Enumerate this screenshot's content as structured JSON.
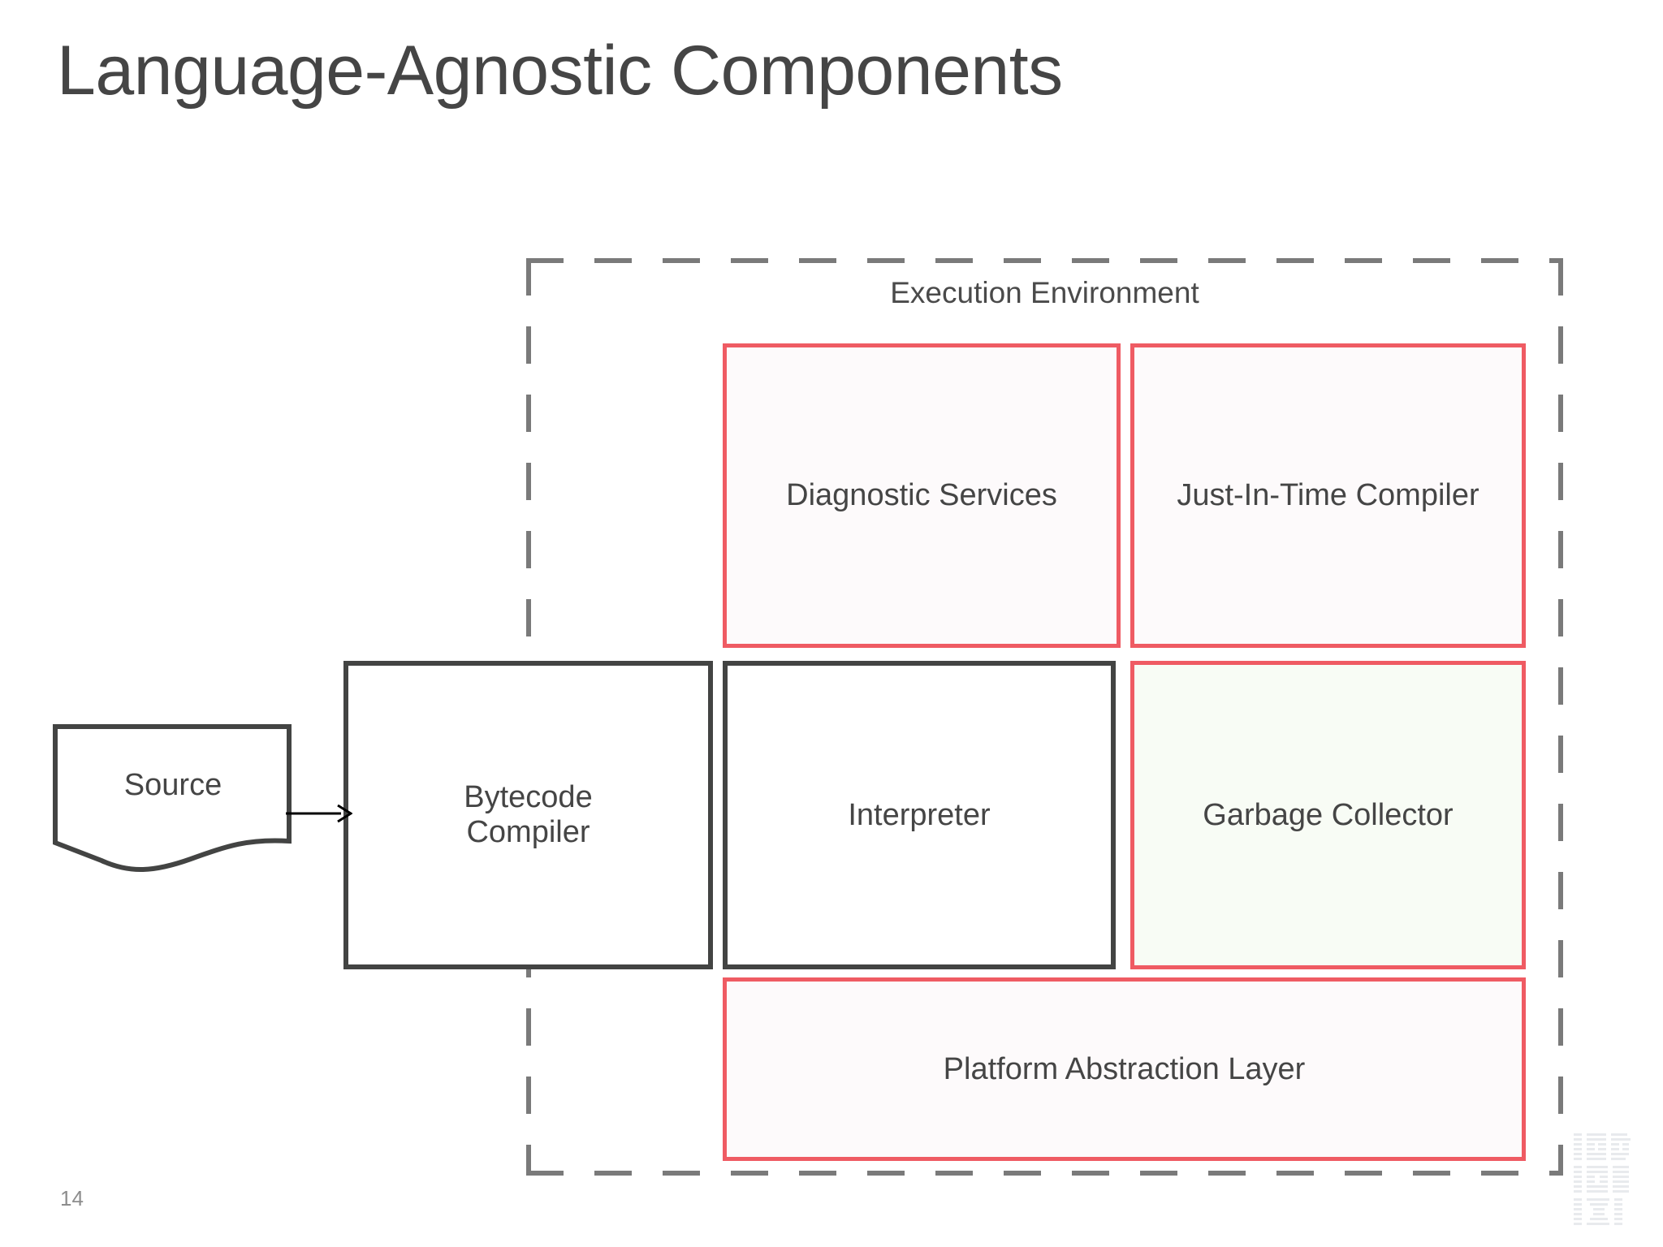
{
  "slide": {
    "title": "Language-Agnostic Components",
    "page_number": "14",
    "watermark_name": "ibm-logo-watermark"
  },
  "colors": {
    "title": "#454545",
    "accent_red": "#ef5b63",
    "dark_outline": "#434443",
    "dashed_outline": "#7a7a7a",
    "red_box_fill": "#fdfafb",
    "green_box_fill": "#f8fcf5",
    "page_number": "#8d8d8d"
  },
  "diagram": {
    "source": {
      "label": "Source",
      "shape": "document"
    },
    "arrow": {
      "name": "source-to-bytecode-compiler-arrow",
      "from": "Source",
      "to": "Bytecode Compiler"
    },
    "bytecode_compiler": {
      "label": "Bytecode\nCompiler",
      "line1": "Bytecode",
      "line2": "Compiler",
      "style": "dark-outline"
    },
    "execution_environment": {
      "label": "Execution Environment",
      "style": "dashed-container",
      "components": [
        {
          "id": "diagnostic-services",
          "label": "Diagnostic Services",
          "style": "red-outline"
        },
        {
          "id": "jit-compiler",
          "label": "Just-In-Time Compiler",
          "style": "red-outline"
        },
        {
          "id": "interpreter",
          "label": "Interpreter",
          "style": "dark-outline"
        },
        {
          "id": "garbage-collector",
          "label": "Garbage Collector",
          "style": "red-outline-green-fill"
        },
        {
          "id": "platform-abstraction",
          "label": "Platform Abstraction Layer",
          "style": "red-outline"
        }
      ]
    }
  }
}
